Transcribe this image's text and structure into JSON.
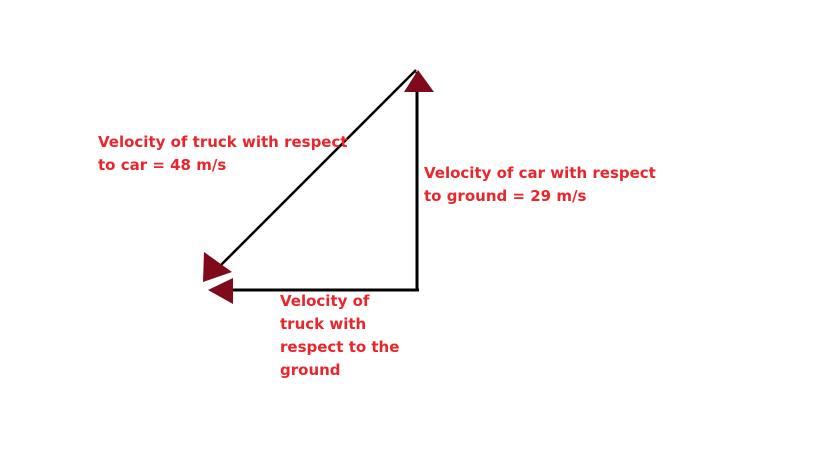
{
  "labels": {
    "truck_wrt_car": [
      "Velocity of truck with respect",
      "to car = 48 m/s"
    ],
    "car_wrt_ground": [
      "Velocity of car with respect",
      "to ground = 29 m/s"
    ],
    "truck_wrt_ground": [
      "Velocity of",
      "truck with",
      "respect to the",
      "ground"
    ]
  },
  "colors": {
    "text": "#e8262c",
    "arrowhead": "#7f0a1c",
    "line": "#000000"
  }
}
